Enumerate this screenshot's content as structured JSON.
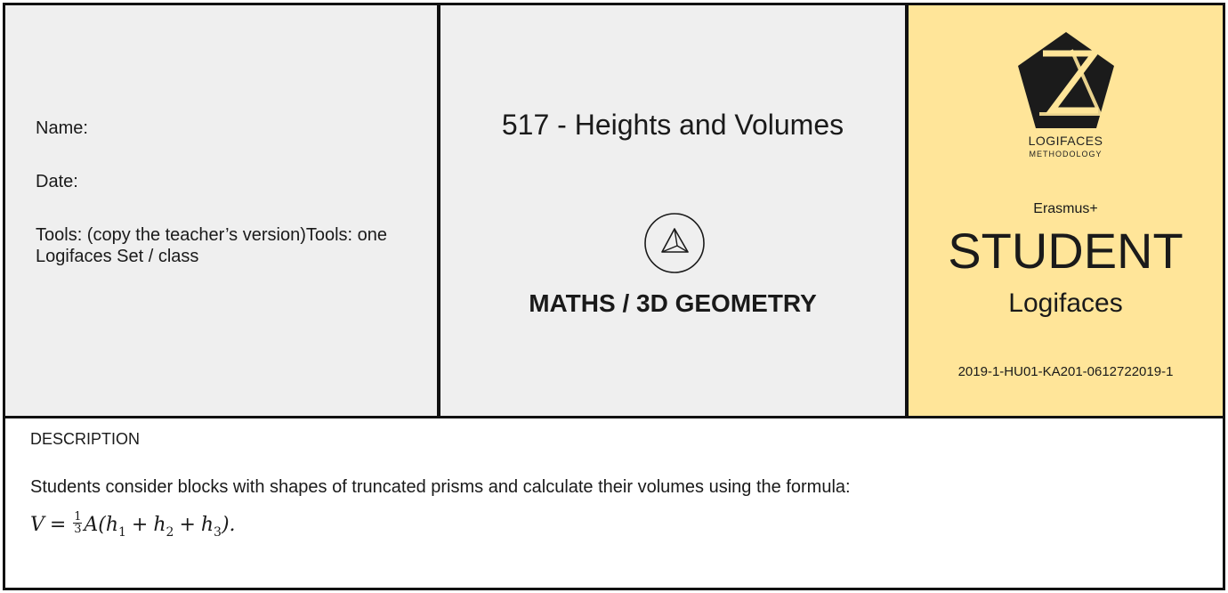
{
  "header": {
    "fields": {
      "name_label": "Name:",
      "date_label": "Date:",
      "tools_label": "Tools: (copy the teacher’s version)Tools: one Logifaces Set / class"
    },
    "sheet": {
      "title": "517 - Heights and Volumes",
      "subject": "MATHS / 3D GEOMETRY",
      "icon": "triangle-pyramid-icon"
    },
    "brand": {
      "logo_icon": "logifaces-pentagon-logo",
      "logo_name": "LOGIFACES",
      "logo_sub": "METHODOLOGY",
      "program": "Erasmus+",
      "role": "STUDENT",
      "product": "Logifaces",
      "project_code": "2019-1-HU01-KA201-0612722019-1"
    }
  },
  "description": {
    "label": "DESCRIPTION",
    "text": "Students consider blocks with shapes of truncated prisms and calculate their volumes using the formula:",
    "formula": {
      "lhs": "V",
      "equals": "=",
      "frac_num": "1",
      "frac_den": "3",
      "area": "A(",
      "h": "h",
      "sub1": "1",
      "sub2": "2",
      "sub3": "3",
      "plus": "+",
      "close": ")."
    }
  },
  "colors": {
    "cell_gray": "#efefef",
    "cell_yellow": "#ffe599",
    "border": "#111111"
  }
}
